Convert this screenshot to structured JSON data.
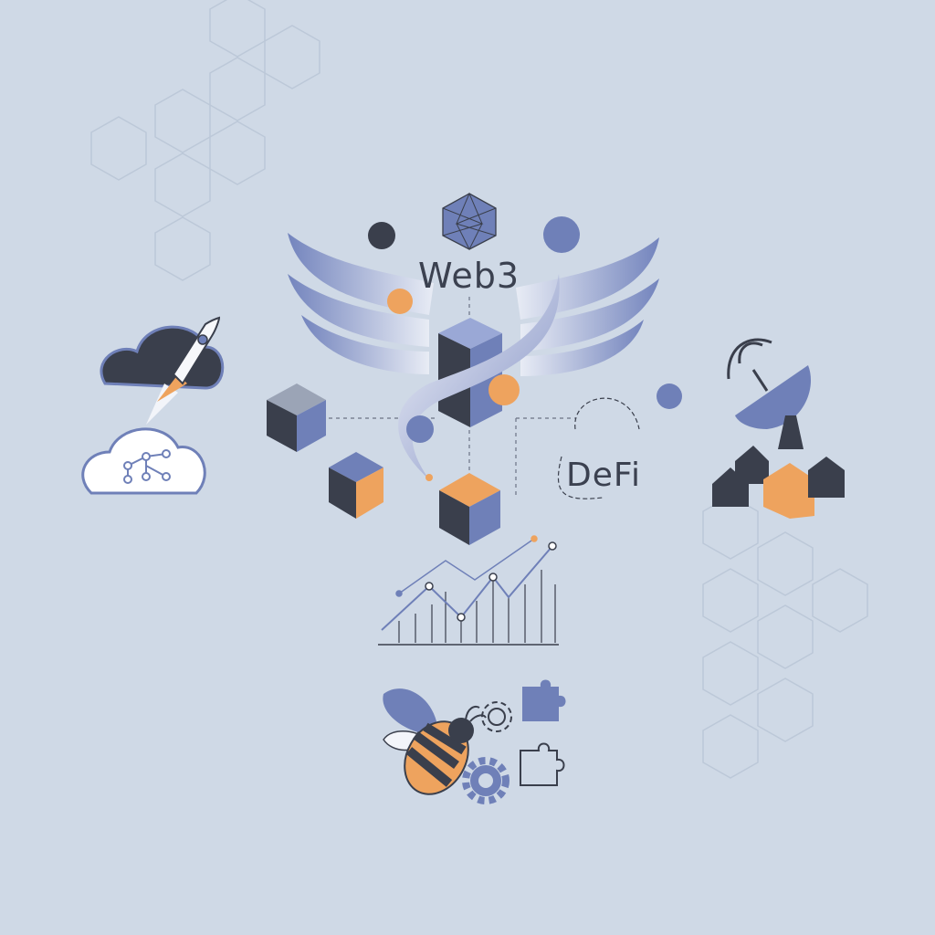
{
  "labels": {
    "web3": "Web3",
    "defi": "DeFi"
  },
  "colors": {
    "background": "#cfd9e6",
    "slate_blue": "#6f80b8",
    "dark_navy": "#3a3f4c",
    "orange": "#eea35e",
    "white": "#ffffff"
  },
  "icons": [
    "hexagon-grid-pattern",
    "polyhedron-icon",
    "wings-illustration",
    "rocket-cloud-icon",
    "network-cloud-icon",
    "cube-icon",
    "orb-icon",
    "chain-link-icon",
    "satellite-dish-icon",
    "houses-icon",
    "line-chart-icon",
    "bee-icon",
    "gear-icon",
    "puzzle-icon"
  ]
}
